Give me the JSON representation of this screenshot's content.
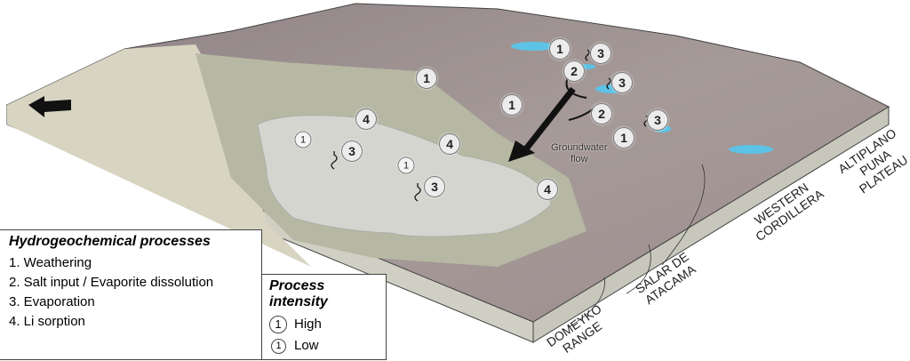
{
  "markers": [
    {
      "label": "1",
      "intensity": "high"
    },
    {
      "label": "3",
      "intensity": "high"
    },
    {
      "label": "2",
      "intensity": "high"
    },
    {
      "label": "3",
      "intensity": "high"
    },
    {
      "label": "1",
      "intensity": "high"
    },
    {
      "label": "1",
      "intensity": "high"
    },
    {
      "label": "4",
      "intensity": "high"
    },
    {
      "label": "2",
      "intensity": "high"
    },
    {
      "label": "3",
      "intensity": "high"
    },
    {
      "label": "1",
      "intensity": "high"
    },
    {
      "label": "4",
      "intensity": "high"
    },
    {
      "label": "1",
      "intensity": "low"
    },
    {
      "label": "3",
      "intensity": "high"
    },
    {
      "label": "1",
      "intensity": "low"
    },
    {
      "label": "3",
      "intensity": "high"
    },
    {
      "label": "4",
      "intensity": "high"
    }
  ],
  "groundwater_label": [
    "Groundwater",
    "flow"
  ],
  "regions": {
    "domeyko": [
      "DOMEYKO",
      "RANGE"
    ],
    "salar": [
      "SALAR DE",
      "ATACAMA"
    ],
    "western": [
      "WESTERN",
      "CORDILLERA"
    ],
    "altiplano": [
      "ALTIPLANO",
      "PUNA",
      "PLATEAU"
    ]
  },
  "legend_processes": {
    "title": "Hydrogeochemical processes",
    "items": [
      "1. Weathering",
      "2. Salt input / Evaporite dissolution",
      "3. Evaporation",
      "4. Li sorption"
    ]
  },
  "legend_intensity": {
    "title": "Process intensity",
    "symbol": "1",
    "high": "High",
    "low": "Low"
  },
  "colors": {
    "mountain": "#9c8a8a",
    "plain": "#b9bca8",
    "salar": "#d6d6d0",
    "water": "#5cc3e6",
    "side": "#cfcfc4"
  }
}
